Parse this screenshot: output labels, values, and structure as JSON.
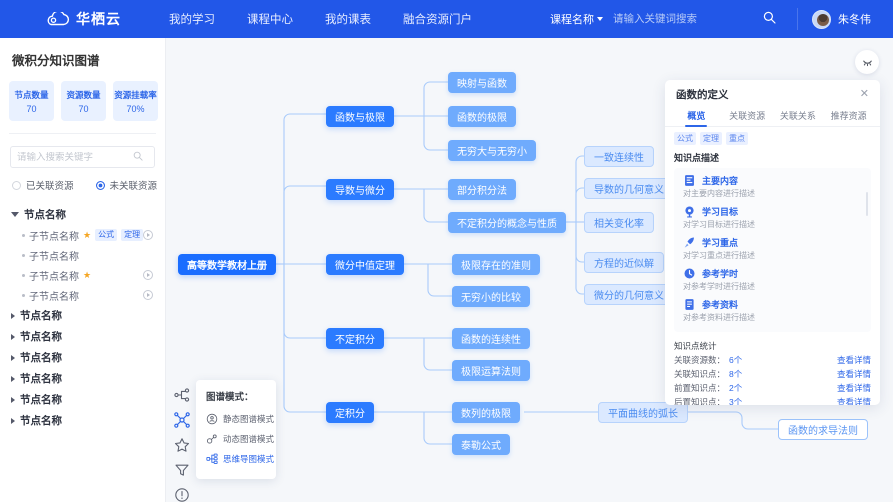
{
  "header": {
    "logo_text": "华栖云",
    "logo_icon": "cloud-icon",
    "nav": [
      {
        "label": "我的学习"
      },
      {
        "label": "课程中心"
      },
      {
        "label": "我的课表"
      },
      {
        "label": "融合资源门户"
      }
    ],
    "course_selector": "课程名称",
    "search_placeholder": "请输入关键词搜索",
    "search_value": "",
    "search_icon": "search-icon",
    "user_name": "朱冬伟"
  },
  "sidebar": {
    "title": "微积分知识图谱",
    "stats": [
      {
        "label": "节点数量",
        "value": "70"
      },
      {
        "label": "资源数量",
        "value": "70"
      },
      {
        "label": "资源挂载率",
        "value": "70%"
      }
    ],
    "search_placeholder": "请输入搜索关键字",
    "search_value": "",
    "radios": [
      {
        "label": "已关联资源",
        "selected": false
      },
      {
        "label": "未关联资源",
        "selected": true
      }
    ],
    "tree": [
      {
        "label": "节点名称",
        "expanded": true,
        "children": [
          {
            "label": "子节点名称",
            "star": true,
            "tags": [
              "公式",
              "定理"
            ],
            "play": true
          },
          {
            "label": "子节点名称",
            "star": false,
            "tags": [],
            "play": false
          },
          {
            "label": "子节点名称",
            "star": true,
            "tags": [],
            "play": true
          },
          {
            "label": "子节点名称",
            "star": false,
            "tags": [],
            "play": true
          }
        ]
      },
      {
        "label": "节点名称",
        "expanded": false,
        "children": []
      },
      {
        "label": "节点名称",
        "expanded": false,
        "children": []
      },
      {
        "label": "节点名称",
        "expanded": false,
        "children": []
      },
      {
        "label": "节点名称",
        "expanded": false,
        "children": []
      },
      {
        "label": "节点名称",
        "expanded": false,
        "children": []
      },
      {
        "label": "节点名称",
        "expanded": false,
        "children": []
      }
    ]
  },
  "canvas": {
    "fit_icon": "fit-screen-icon",
    "root": {
      "label": "高等数学教材上册"
    },
    "branches": [
      {
        "label": "函数与极限"
      },
      {
        "label": "导数与微分"
      },
      {
        "label": "微分中值定理"
      },
      {
        "label": "不定积分"
      },
      {
        "label": "定积分"
      }
    ],
    "leaves": [
      {
        "label": "映射与函数"
      },
      {
        "label": "函数的极限"
      },
      {
        "label": "无穷大与无穷小"
      },
      {
        "label": "部分积分法"
      },
      {
        "label": "不定积分的概念与性质"
      },
      {
        "label": "极限存在的准则"
      },
      {
        "label": "无穷小的比较"
      },
      {
        "label": "函数的连续性"
      },
      {
        "label": "极限运算法则"
      },
      {
        "label": "数列的极限"
      },
      {
        "label": "泰勒公式"
      }
    ],
    "ghost_leaves": [
      {
        "label": "一致连续性"
      },
      {
        "label": "导数的几何意义"
      },
      {
        "label": "相关变化率"
      },
      {
        "label": "方程的近似解"
      },
      {
        "label": "微分的几何意义"
      },
      {
        "label": "平面曲线的弧长"
      }
    ],
    "outline_leaves": [
      {
        "label": "函数的求导法则"
      }
    ],
    "rail_icons": [
      {
        "name": "tree-layout-icon",
        "active": false
      },
      {
        "name": "graph-mode-icon",
        "active": true
      },
      {
        "name": "star-collection-icon",
        "active": false
      },
      {
        "name": "filter-icon",
        "active": false
      },
      {
        "name": "info-icon",
        "active": false
      }
    ],
    "mode_popup": {
      "title": "图谱模式：",
      "items": [
        {
          "label": "静态图谱模式",
          "icon": "static-graph-icon",
          "active": false
        },
        {
          "label": "动态图谱模式",
          "icon": "dynamic-graph-icon",
          "active": false
        },
        {
          "label": "思维导图模式",
          "icon": "mindmap-icon",
          "active": true
        }
      ]
    }
  },
  "detail": {
    "title": "函数的定义",
    "close_icon": "close-icon",
    "tabs": [
      {
        "label": "概览",
        "active": true
      },
      {
        "label": "关联资源",
        "active": false
      },
      {
        "label": "关联关系",
        "active": false
      },
      {
        "label": "推荐资源",
        "active": false
      }
    ],
    "tags": [
      "公式",
      "定理",
      "重点"
    ],
    "section_title": "知识点描述",
    "items": [
      {
        "title": "主要内容",
        "desc": "对主要内容进行描述",
        "icon": "document-icon"
      },
      {
        "title": "学习目标",
        "desc": "对学习目标进行描述",
        "icon": "target-icon"
      },
      {
        "title": "学习重点",
        "desc": "对学习重点进行描述",
        "icon": "rocket-icon"
      },
      {
        "title": "参考学时",
        "desc": "对参考学时进行描述",
        "icon": "clock-icon"
      },
      {
        "title": "参考资料",
        "desc": "对参考资料进行描述",
        "icon": "book-icon"
      }
    ],
    "stats_title": "知识点统计",
    "stats": [
      {
        "label": "关联资源数：",
        "value": "6个",
        "link": "查看详情"
      },
      {
        "label": "关联知识点：",
        "value": "8个",
        "link": "查看详情"
      },
      {
        "label": "前置知识点：",
        "value": "2个",
        "link": "查看详情"
      },
      {
        "label": "后置知识点：",
        "value": "3个",
        "link": "查看详情"
      }
    ]
  },
  "colors": {
    "brand": "#2257e8",
    "accent": "#2d66e8",
    "node_root": "#1a6dff",
    "node_lvl2": "#2b7bff",
    "node_lvl3": "#6fabfd",
    "node_ghost": "#dbe9ff",
    "star": "#f5a623",
    "canvas_bg": "#f5f7fa"
  }
}
